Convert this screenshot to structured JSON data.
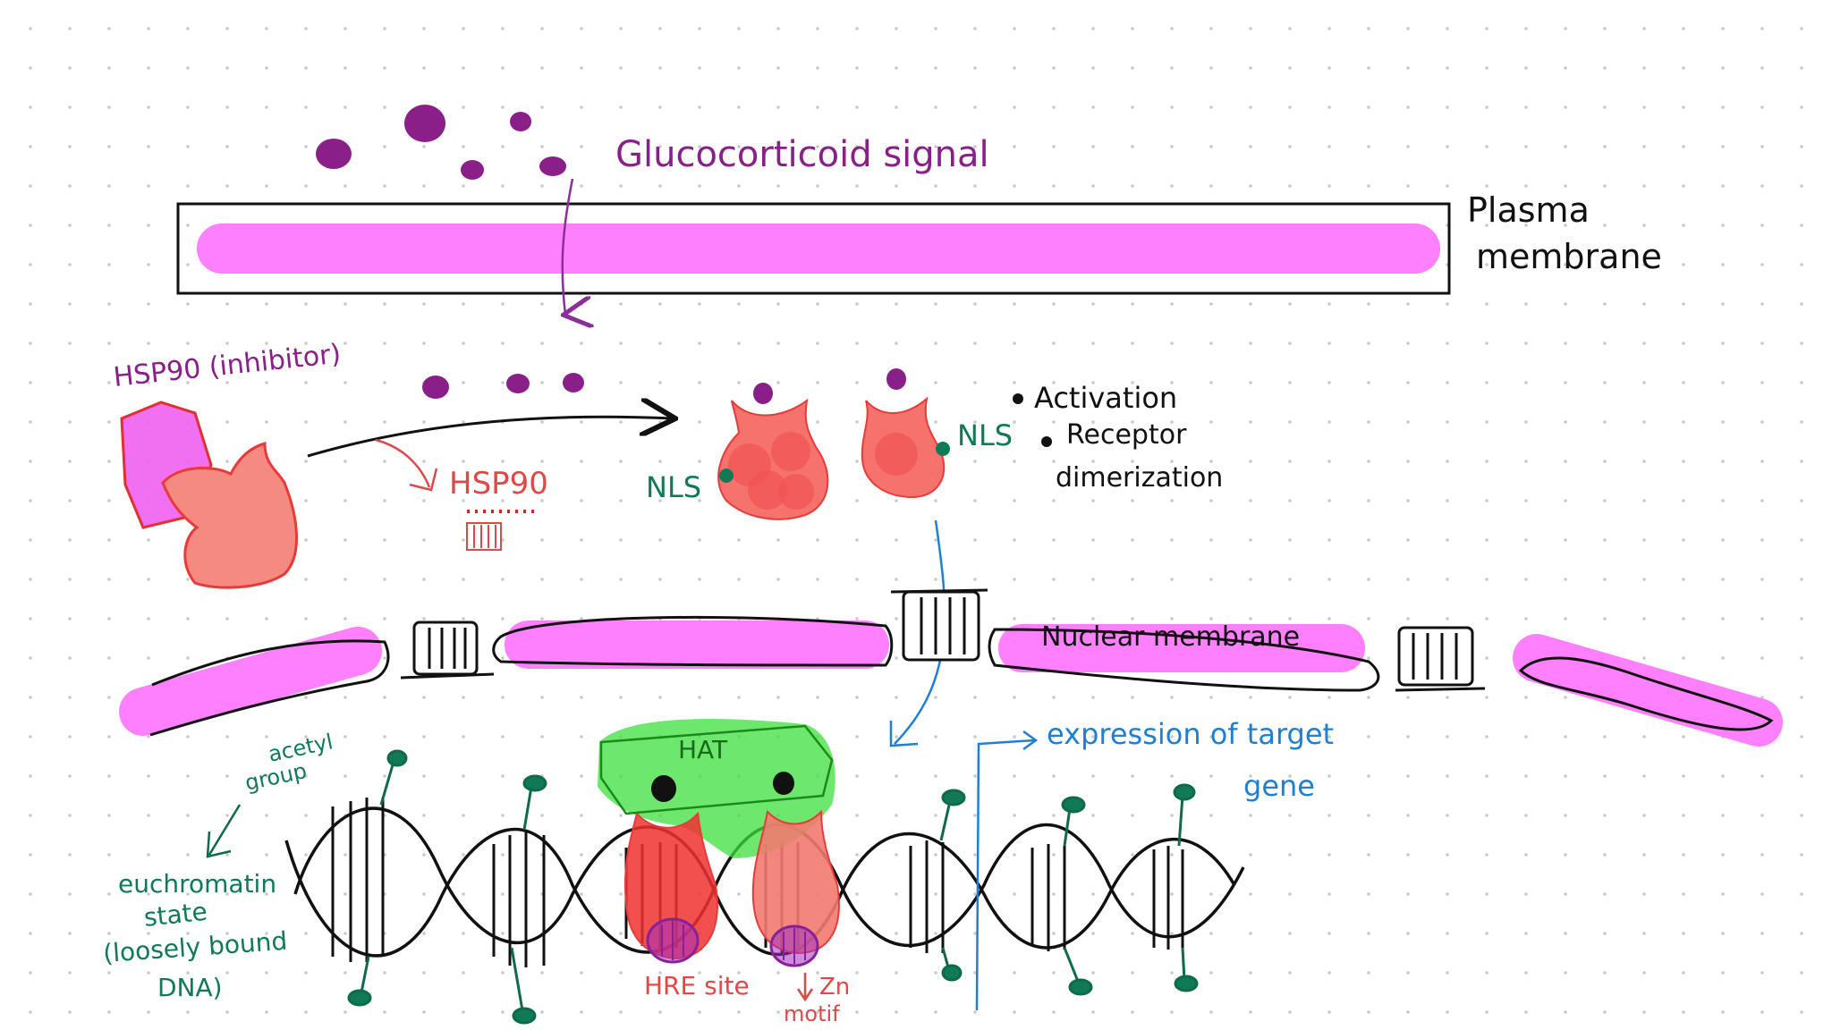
{
  "labels": {
    "signal": "Glucocorticoid signal",
    "plasma_membrane": [
      "Plasma",
      "membrane"
    ],
    "inhibitor": "HSP90 (inhibitor)",
    "hsp90_released": "HSP90",
    "nls_left": "NLS",
    "nls_right": "NLS",
    "events": [
      "Activation",
      "Receptor",
      "dimerization"
    ],
    "nuclear_membrane": "Nuclear membrane",
    "hat": "HAT",
    "acetyl_group": [
      "acetyl",
      "group"
    ],
    "euchromatin": [
      "euchromatin",
      "state",
      "(loosely bound",
      "DNA)"
    ],
    "hre_site": "HRE site",
    "zn_motif": [
      "Zn",
      "motif"
    ],
    "expression": [
      "expression of target",
      "gene"
    ]
  },
  "colors": {
    "membrane": "#ff80ff",
    "ligand": "#8a1f8a",
    "receptor": "#f48a80",
    "receptor_outline": "#e83a3a",
    "hat": "#3ce03c",
    "annotation_green": "#0f7a55",
    "annotation_blue": "#1e7fd6",
    "annotation_red": "#e04848"
  }
}
